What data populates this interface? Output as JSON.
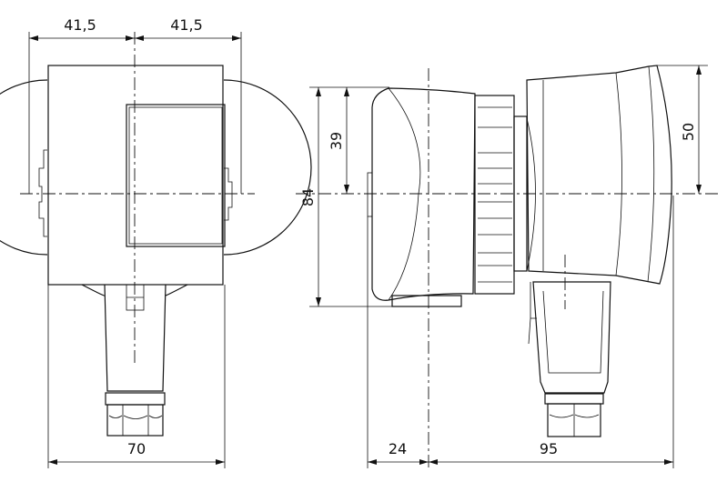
{
  "drawing": {
    "front_view": {
      "dimensions": {
        "top_left": "41,5",
        "top_right": "41,5",
        "bottom_width": "70"
      }
    },
    "side_view": {
      "dimensions": {
        "height_total": "84",
        "height_upper": "39",
        "head_upper": "50",
        "depth_left": "24",
        "depth_right": "95"
      }
    },
    "line_color": "#111111"
  }
}
